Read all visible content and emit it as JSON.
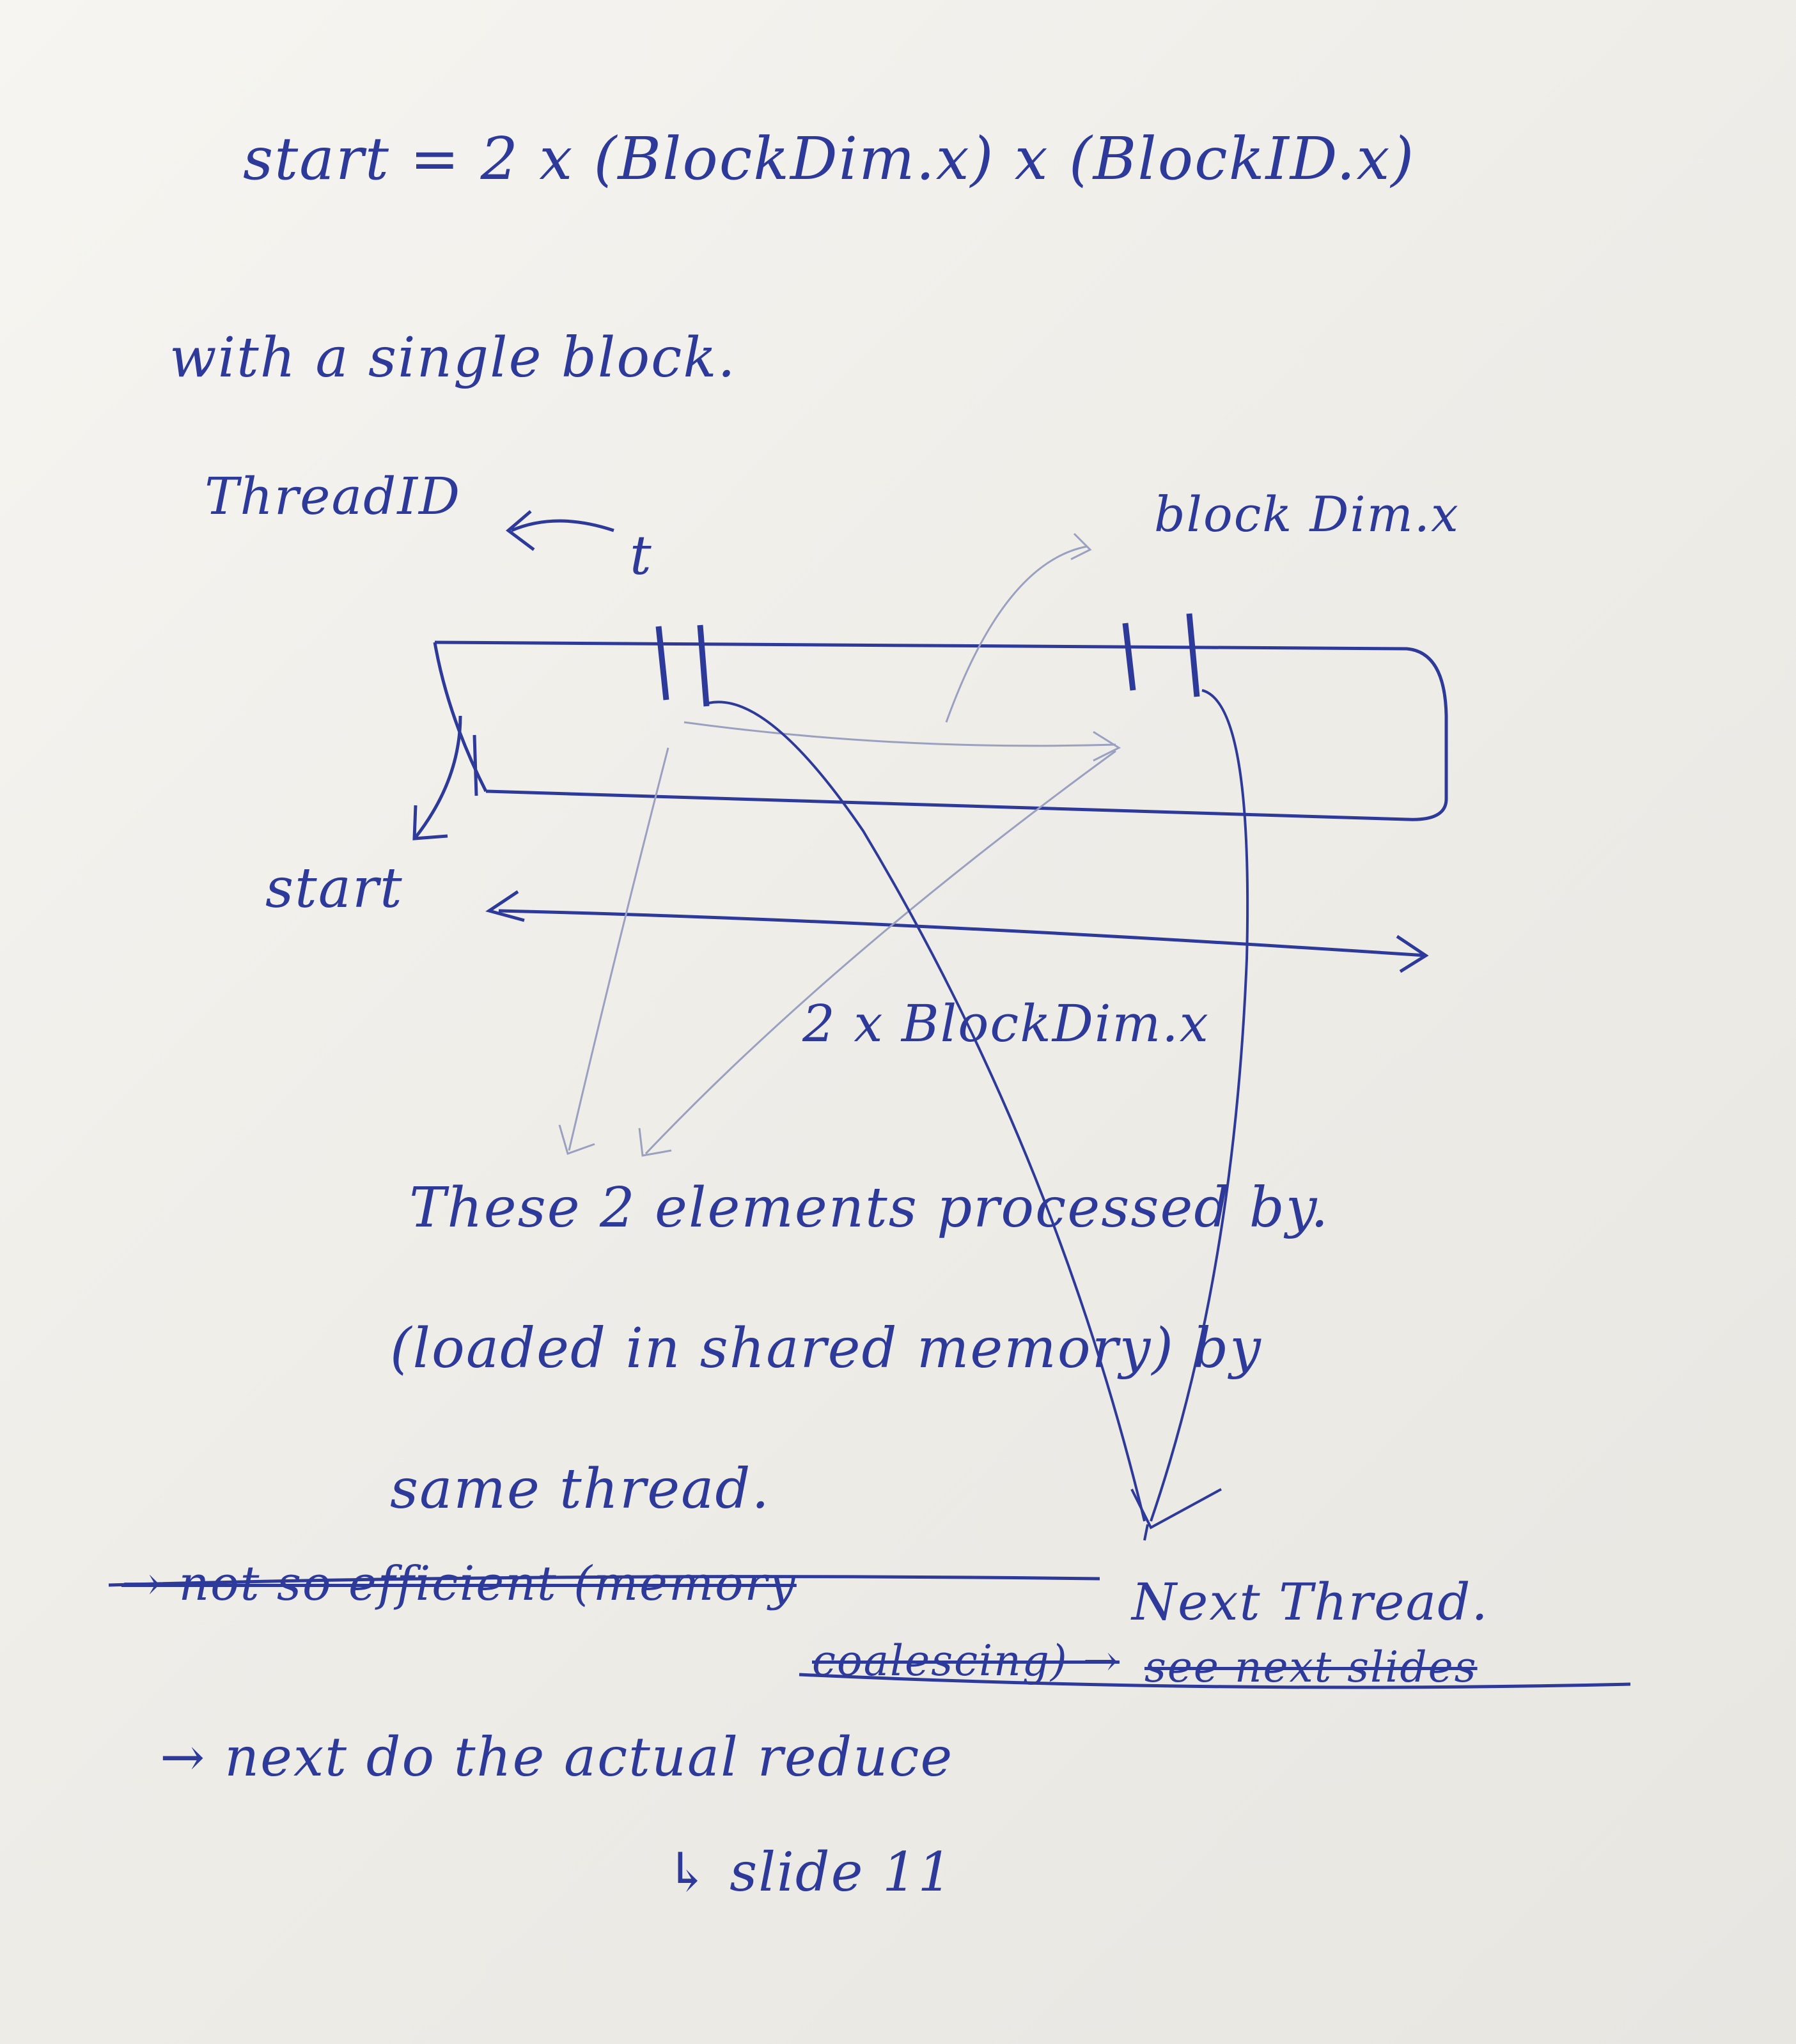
{
  "note": {
    "formula": "start = 2 x (BlockDim.x) x (BlockID.x)",
    "single_block": "with a single block.",
    "thread_id": "ThreadID",
    "t_marker": "t",
    "block_dim": "block Dim.x",
    "start_label": "start",
    "two_block_dim": "2 x BlockDim.x",
    "explanation_line1": "These 2 elements processed by.",
    "explanation_line2": "(loaded in shared memory) by",
    "explanation_line3": "same thread.",
    "next_thread": "Next Thread.",
    "struck_text": "→ not so efficient (memory",
    "struck_text_2": "coalescing) →",
    "struck_text_3": "see next slides",
    "next_step": "→ next do the actual reduce",
    "slide_ref": "↳ slide 11"
  },
  "colors": {
    "ink": "#2e3a9a",
    "pencil": "#9aa0c0",
    "paper": "#f2f0ec"
  }
}
